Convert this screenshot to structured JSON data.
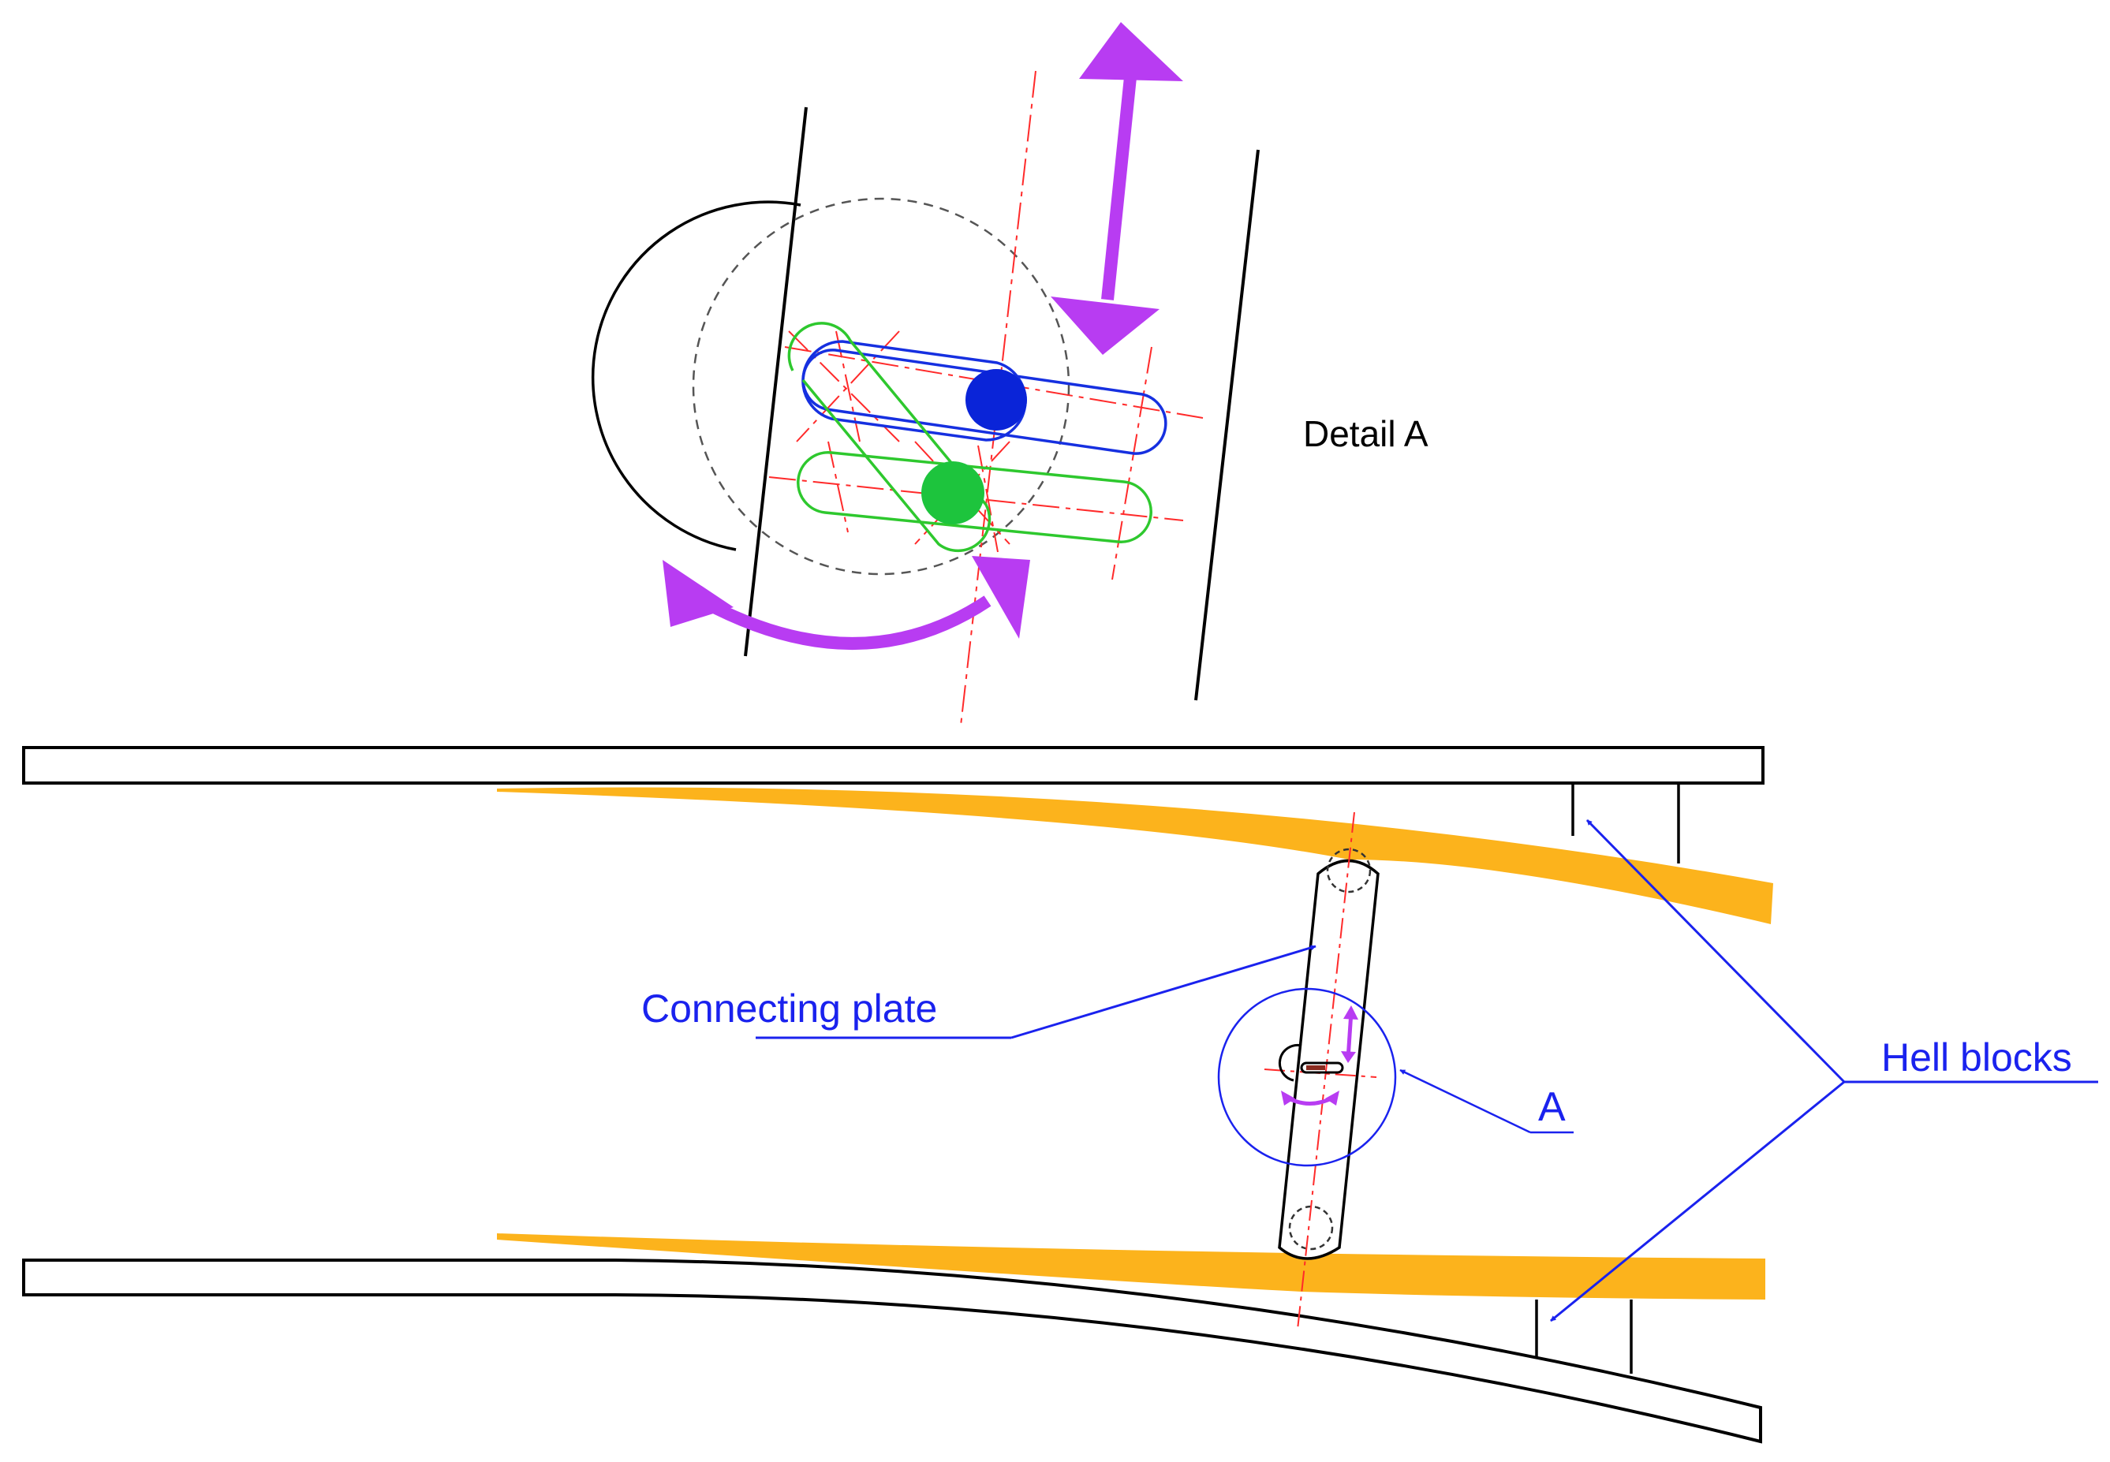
{
  "labels": {
    "detail_title": "Detail A",
    "connecting_plate": "Connecting plate",
    "hell_blocks": "Hell blocks",
    "detail_ref": "A"
  },
  "colors": {
    "outline": "#000000",
    "blade": "#fcb31c",
    "centerline": "#ff2a2a",
    "annotation": "#1a22ee",
    "motion_arrow": "#b83cf2",
    "slot_blue": "#1630e0",
    "pin_blue": "#0a24d8",
    "slot_green": "#2ec82e",
    "pin_green": "#1dc43d",
    "hidden_line": "#555555"
  }
}
